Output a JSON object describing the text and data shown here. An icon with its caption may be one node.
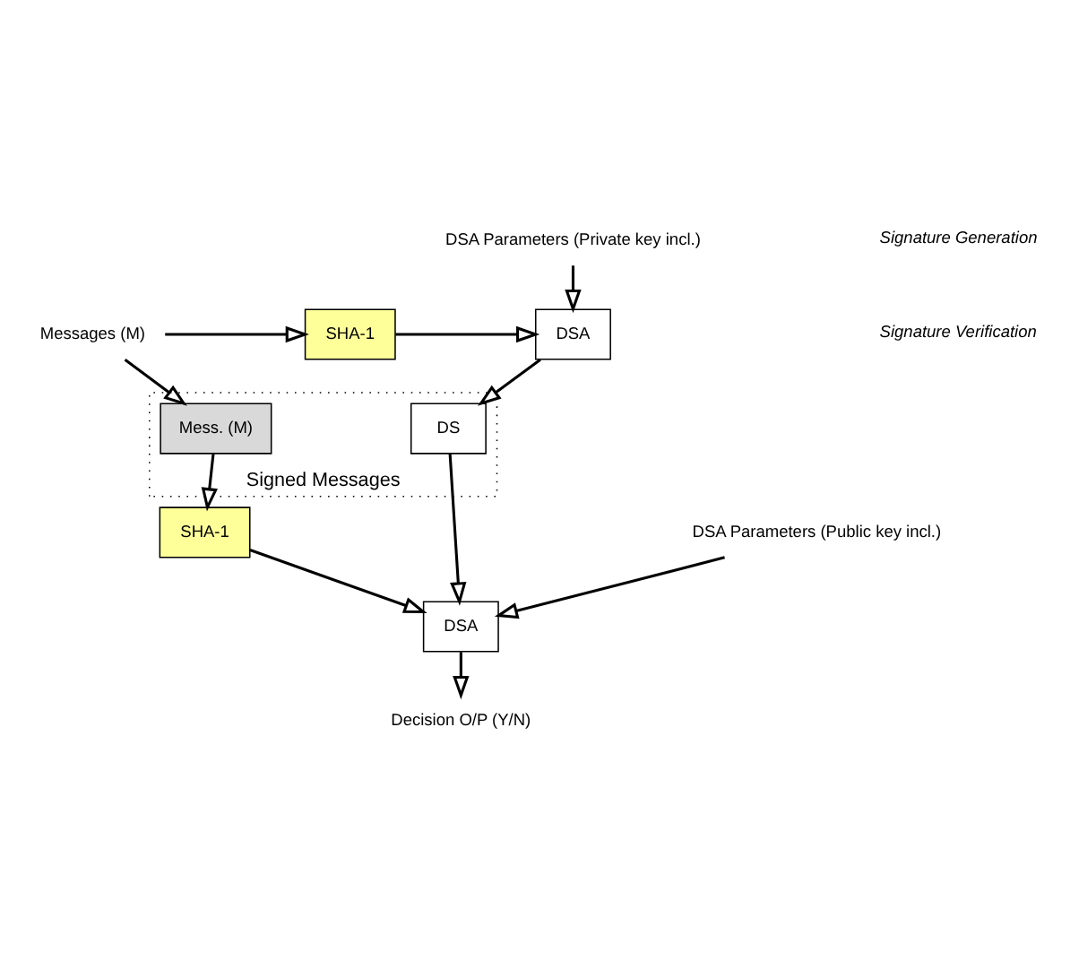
{
  "diagram": {
    "nodes": [
      {
        "text": [
          "Messages (M)"
        ]
      },
      {
        "text": [
          "SHA-1"
        ]
      },
      {
        "text": [
          "DSA Parameters (Private key incl.)"
        ]
      },
      {
        "text": [
          "DSA"
        ]
      },
      {
        "text": [
          "Signed Messages"
        ]
      },
      {
        "text": [
          "Mess. (M)"
        ],
        "in": 4
      },
      {
        "text": [
          "DS"
        ],
        "in": 4
      },
      {
        "text": [
          "SHA-1"
        ]
      },
      {
        "text": [
          "DSA Parameters (Public key incl.)"
        ]
      },
      {
        "text": [
          "DSA"
        ]
      },
      {
        "text": [
          "Decision O/P (Y/N)"
        ]
      }
    ],
    "edges": [
      {
        "from": 0,
        "to": 1,
        "arrow": "to"
      },
      {
        "from": 2,
        "to": 3,
        "arrow": "to"
      },
      {
        "from": 1,
        "to": 3,
        "arrow": "to"
      },
      {
        "from": 0,
        "to": 5,
        "arrow": "to"
      },
      {
        "from": 3,
        "to": 6,
        "arrow": "to"
      },
      {
        "from": 5,
        "to": 7,
        "arrow": "to"
      },
      {
        "from": 7,
        "to": 9,
        "arrow": "to"
      },
      {
        "from": 8,
        "to": 9,
        "arrow": "to"
      },
      {
        "from": 6,
        "to": 9,
        "arrow": "to"
      },
      {
        "from": 9,
        "to": 10,
        "arrow": "to"
      }
    ],
    "labels": [
      "Signature Generation",
      "Signature Verification"
    ]
  }
}
